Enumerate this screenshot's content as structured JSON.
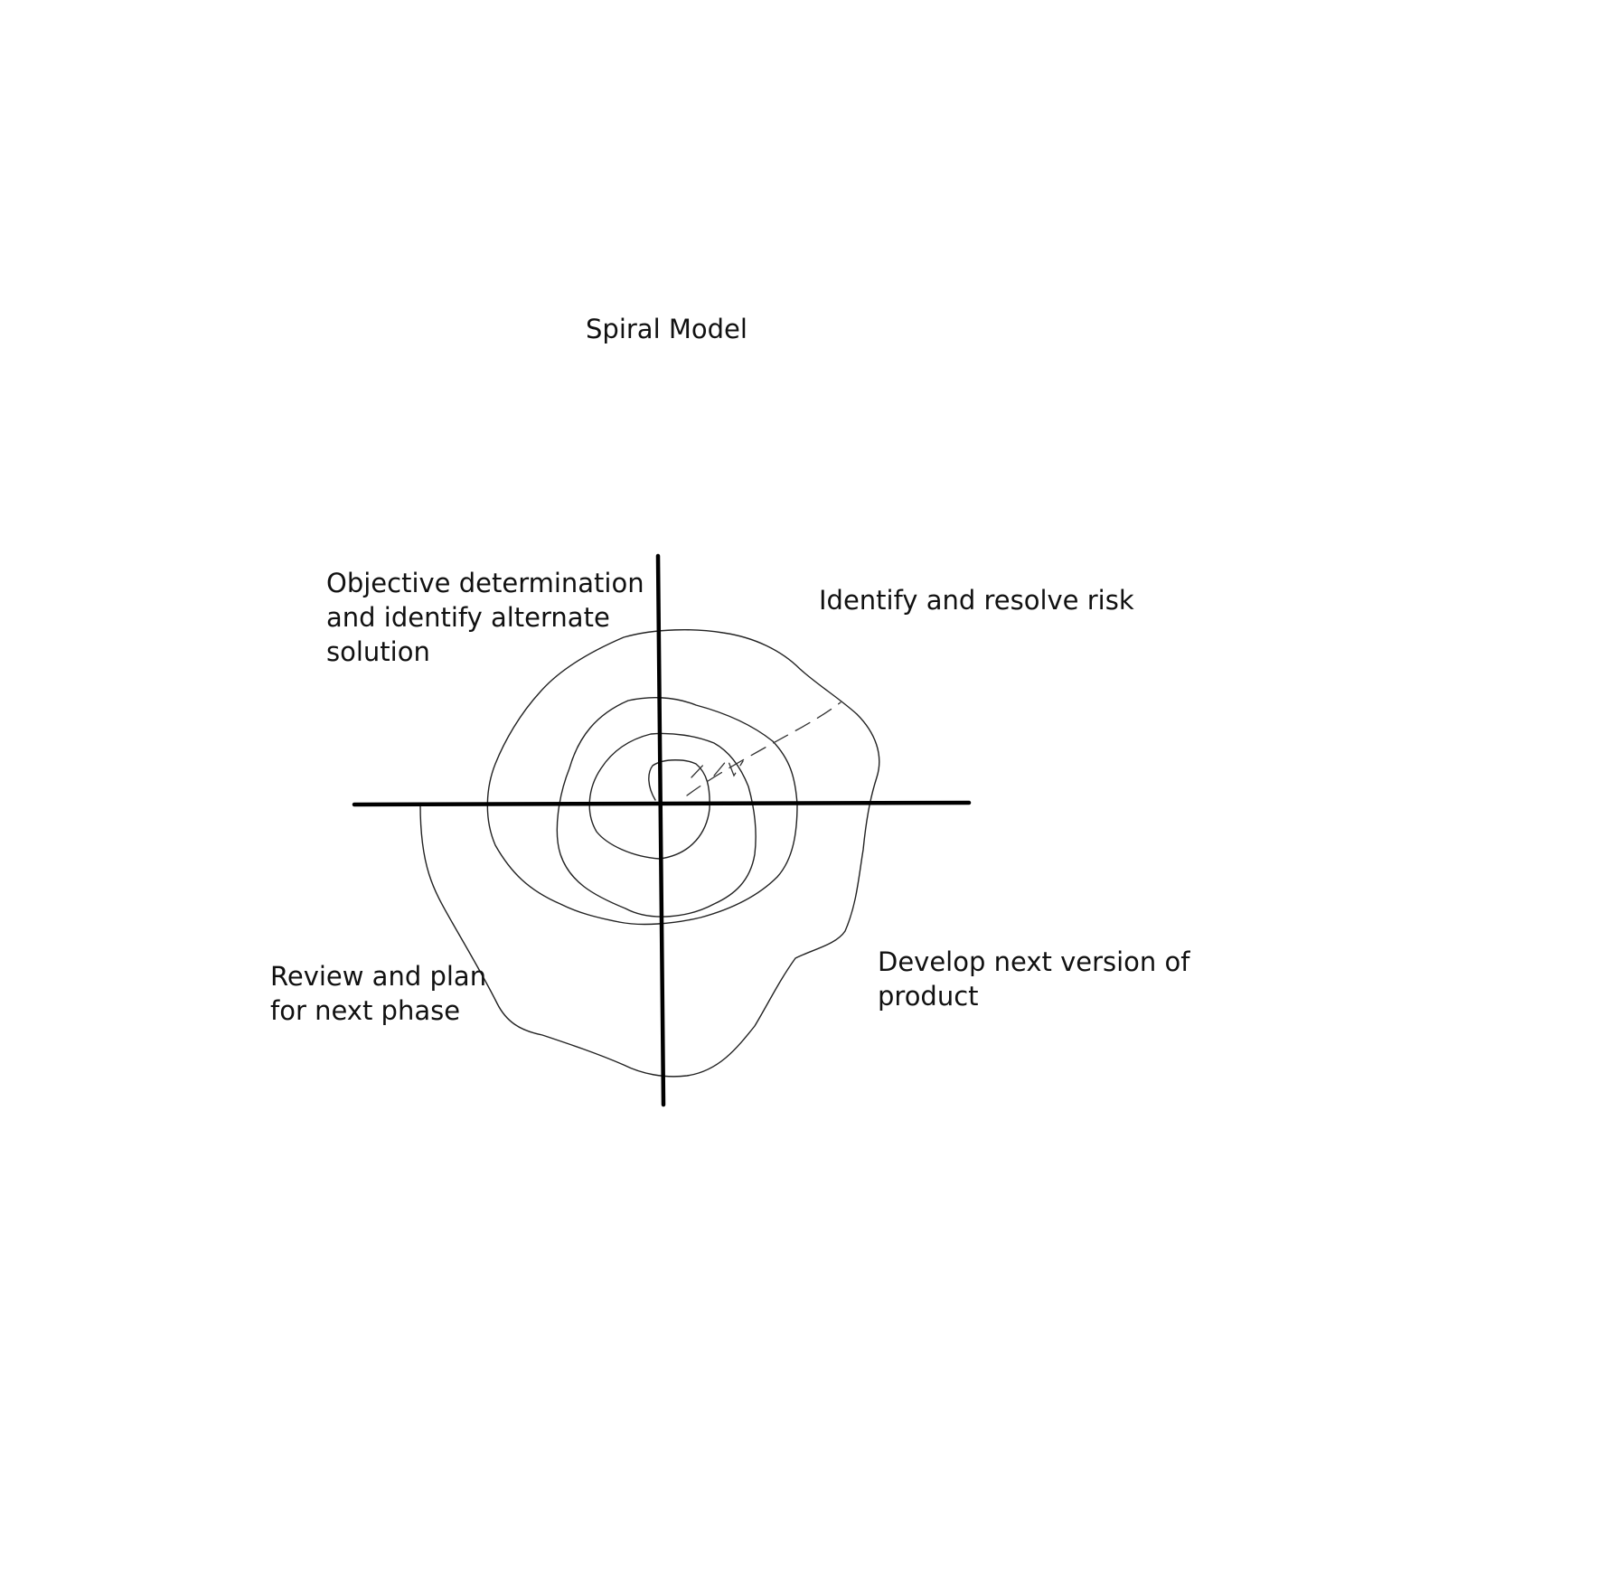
{
  "title": "Spiral Model",
  "quadrants": {
    "top_left": {
      "lines": [
        "Objective determination",
        "and identify alternate",
        "solution"
      ]
    },
    "top_right": {
      "lines": [
        "Identify and resolve risk"
      ]
    },
    "bottom_left": {
      "lines": [
        "Review and plan",
        "for next phase"
      ]
    },
    "bottom_right": {
      "lines": [
        "Develop next version of",
        "product"
      ]
    }
  },
  "colors": {
    "background": "#ffffff",
    "ink": "#111111"
  }
}
